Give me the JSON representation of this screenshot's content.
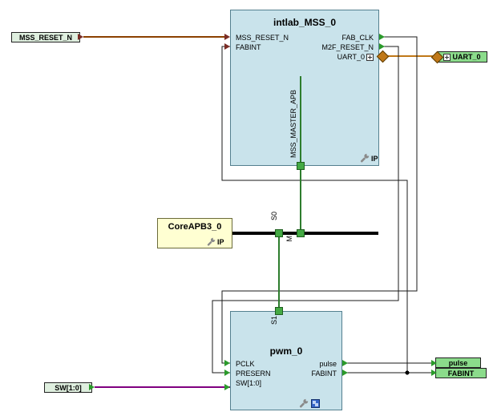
{
  "colors": {
    "block_fill": "#C9E3EB",
    "block_border": "#54808F",
    "core_fill": "#FFFFD2",
    "core_border": "#6A6A3A",
    "bif_fill": "#44A944",
    "bif_border": "#1E5E1E",
    "apb_link_green": "#2E7D2E",
    "bus_spine": "#000000",
    "wire": "#1A1A1A",
    "wire_mss_reset": "#8B4000",
    "wire_uart": "#C07818",
    "wire_sw": "#800080",
    "port_in_fill": "#DFEFDF",
    "port_out_fill": "#8BDB8B",
    "pin_in": "#7B2D26",
    "pin_out": "#2B9A2B"
  },
  "mss": {
    "title": "intlab_MSS_0",
    "pins_left": [
      {
        "label": "MSS_RESET_N"
      },
      {
        "label": "FABINT"
      }
    ],
    "pins_right": [
      {
        "label": "FAB_CLK"
      },
      {
        "label": "M2F_RESET_N"
      },
      {
        "label": "UART_0"
      }
    ],
    "bif_bottom_label": "MSS_MASTER_APB",
    "badge": "IP"
  },
  "coreapb3": {
    "title": "CoreAPB3_0",
    "badge": "IP"
  },
  "pwm": {
    "title": "pwm_0",
    "pins_left": [
      {
        "label": "PCLK"
      },
      {
        "label": "PRESERN"
      },
      {
        "label": "SW[1:0]"
      }
    ],
    "pins_right": [
      {
        "label": "pulse"
      },
      {
        "label": "FABINT"
      }
    ],
    "bif_top_label": "S1"
  },
  "bus": {
    "s0_label": "S0",
    "m_label": "M"
  },
  "ports": {
    "mss_reset_n": {
      "label": "MSS_RESET_N"
    },
    "sw": {
      "label": "SW[1:0]"
    },
    "uart": {
      "label": "UART_0"
    },
    "pulse": {
      "label": "pulse"
    },
    "fabint": {
      "label": "FABINT"
    }
  }
}
